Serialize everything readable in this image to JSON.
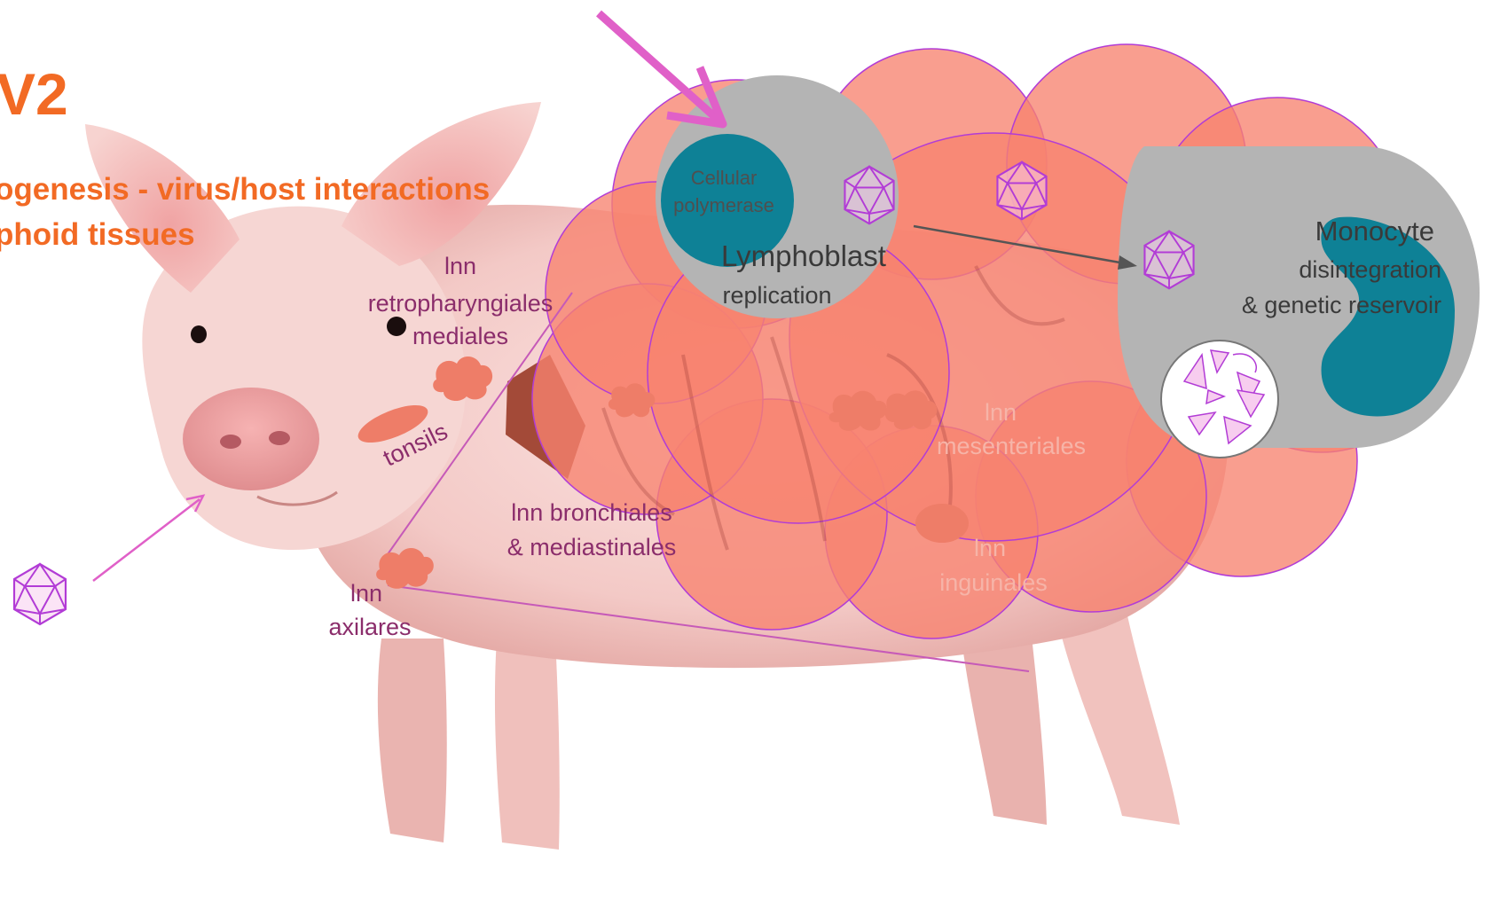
{
  "header": {
    "title": "V2",
    "subtitle_line1": "ogenesis - virus/host interactions",
    "subtitle_line2": "phoid tissues"
  },
  "lymph_nodes": {
    "retropharyngiales": [
      "lnn",
      "retropharyngiales",
      "mediales"
    ],
    "tonsils": "tonsils",
    "bronchiales": [
      "lnn bronchiales",
      "& mediastinales"
    ],
    "axilares": [
      "lnn",
      "axilares"
    ],
    "mesenteriales": [
      "lnn",
      "mesenteriales"
    ],
    "inguinales": [
      "lnn",
      "inguinales"
    ]
  },
  "cells": {
    "lymphoblast": {
      "polymerase": [
        "Cellular",
        "polymerase"
      ],
      "name": "Lymphoblast",
      "process": "replication"
    },
    "monocyte": {
      "name": "Monocyte",
      "process_line1": "disintegration",
      "process_line2": "& genetic reservoir"
    }
  },
  "colors": {
    "title": "#f26a24",
    "cloud": "#f7836f",
    "cell": "#b4b4b4",
    "nucleus": "#0e8196",
    "virus": "#b23cd6",
    "lymph_node": "#ee7d68",
    "label": "#8b2d6b",
    "entry_arrow": "#e060c8"
  },
  "icons": [
    "virus-icon",
    "pig-illustration",
    "pink-entry-arrow"
  ]
}
